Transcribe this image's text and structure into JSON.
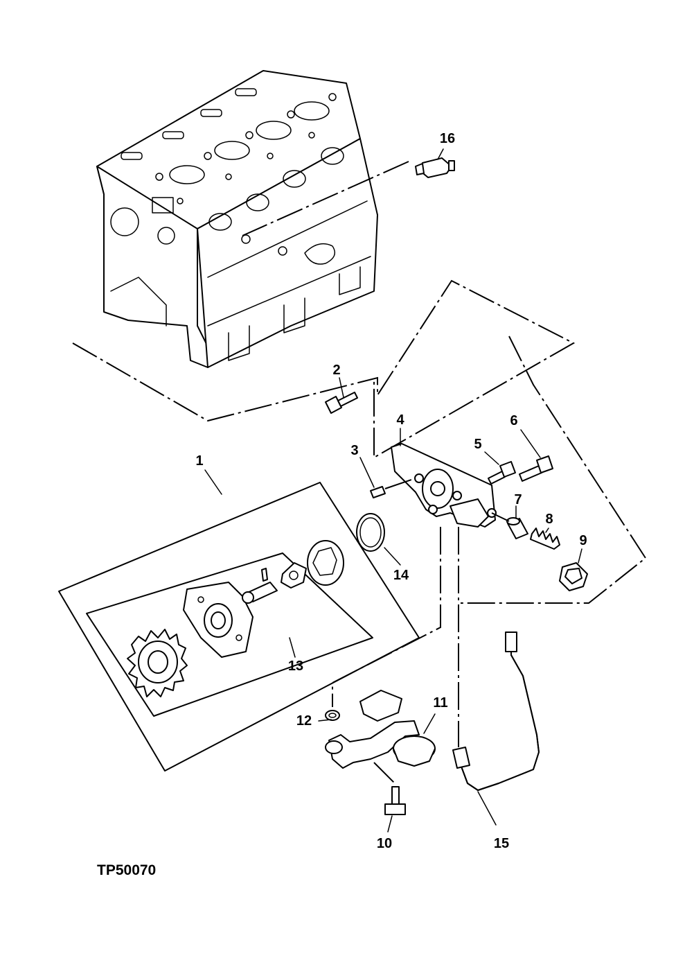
{
  "figure_id": "TP50070",
  "callouts": [
    {
      "id": "1",
      "label": "1"
    },
    {
      "id": "2",
      "label": "2"
    },
    {
      "id": "3",
      "label": "3"
    },
    {
      "id": "4",
      "label": "4"
    },
    {
      "id": "5",
      "label": "5"
    },
    {
      "id": "6",
      "label": "6"
    },
    {
      "id": "7",
      "label": "7"
    },
    {
      "id": "8",
      "label": "8"
    },
    {
      "id": "9",
      "label": "9"
    },
    {
      "id": "10",
      "label": "10"
    },
    {
      "id": "11",
      "label": "11"
    },
    {
      "id": "12",
      "label": "12"
    },
    {
      "id": "13",
      "label": "13"
    },
    {
      "id": "14",
      "label": "14"
    },
    {
      "id": "15",
      "label": "15"
    },
    {
      "id": "16",
      "label": "16"
    }
  ]
}
